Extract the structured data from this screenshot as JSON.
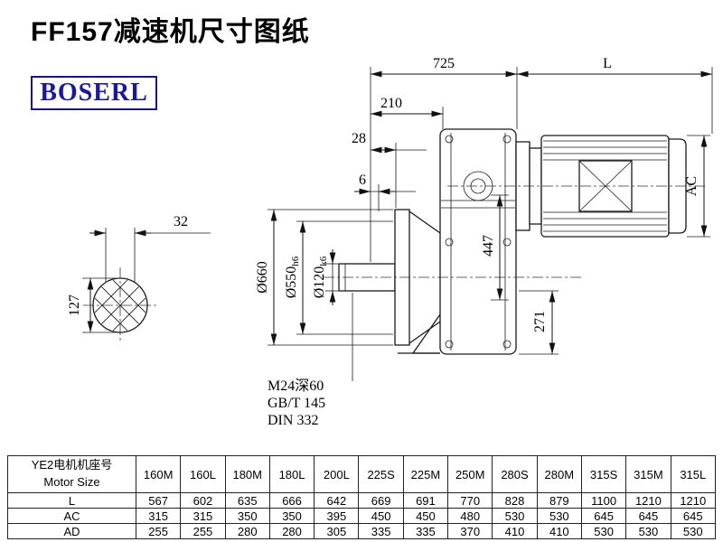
{
  "title": "FF157减速机尺寸图纸",
  "logo": "BOSERL",
  "drawing": {
    "dims": {
      "top_width": "725",
      "motor_length": "L",
      "d210": "210",
      "d28": "28",
      "d6": "6",
      "d32": "32",
      "d127": "127",
      "ac": "AC",
      "d447": "447",
      "d271": "271",
      "flange_dia": "Ø660",
      "spigot_dia": "Ø550",
      "spigot_tol": "h6",
      "shaft_dia": "Ø120",
      "shaft_tol": "k6"
    },
    "notes": {
      "tap": "M24深60",
      "std1": "GB/T 145",
      "std2": "DIN 332"
    }
  },
  "table": {
    "motor_header_cn": "YE2电机机座号",
    "motor_header_en": "Motor Size",
    "columns": [
      "160M",
      "160L",
      "180M",
      "180L",
      "200L",
      "225S",
      "225M",
      "250M",
      "280S",
      "280M",
      "315S",
      "315M",
      "315L"
    ],
    "rows": [
      {
        "label": "L",
        "values": [
          "567",
          "602",
          "635",
          "666",
          "642",
          "669",
          "691",
          "770",
          "828",
          "879",
          "1100",
          "1210",
          "1210"
        ]
      },
      {
        "label": "AC",
        "values": [
          "315",
          "315",
          "350",
          "350",
          "395",
          "450",
          "450",
          "480",
          "530",
          "530",
          "645",
          "645",
          "645"
        ]
      },
      {
        "label": "AD",
        "values": [
          "255",
          "255",
          "280",
          "280",
          "305",
          "335",
          "335",
          "370",
          "410",
          "410",
          "530",
          "530",
          "530"
        ]
      }
    ]
  }
}
